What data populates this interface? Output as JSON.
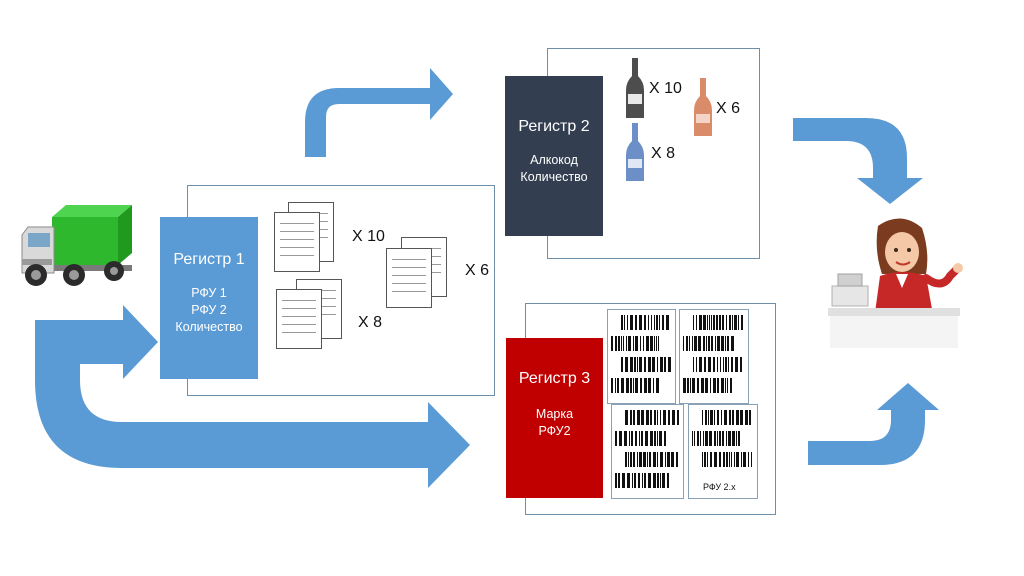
{
  "colors": {
    "arrow": "#5b9bd5",
    "register1": "#5b9bd5",
    "register2": "#333f50",
    "register3": "#c00000",
    "truck_cargo": "#2eb82e"
  },
  "icons": [
    "truck-icon",
    "cashier-icon",
    "document-icon",
    "bottle-icon",
    "barcode-icon"
  ],
  "register1": {
    "title": "Регистр 1",
    "line1": "РФУ 1",
    "line2": "РФУ 2",
    "line3": "Количество"
  },
  "register2": {
    "title": "Регистр 2",
    "line1": "Алкокод",
    "line2": "Количество"
  },
  "register3": {
    "title": "Регистр 3",
    "line1": "Марка",
    "line2": "РФУ2"
  },
  "docs": {
    "q1": "X 10",
    "q2": "X 6",
    "q3": "X 8"
  },
  "bottles": {
    "q1": "X 10",
    "q2": "X 6",
    "q3": "X 8"
  },
  "barcodes": {
    "label": "РФУ 2.х"
  }
}
